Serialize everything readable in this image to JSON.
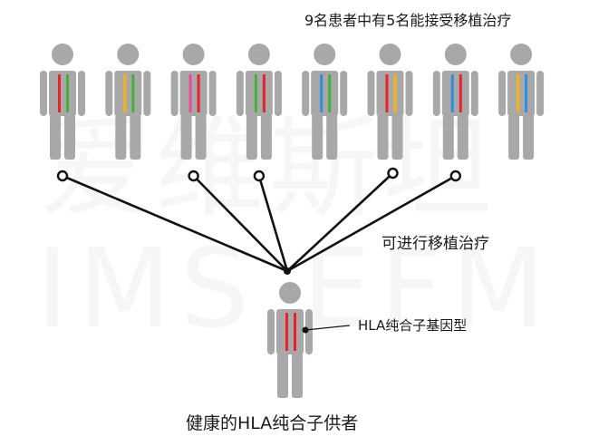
{
  "watermark": {
    "cn": "爱维斯坦",
    "en": "IMS EFM"
  },
  "captions": {
    "top": "9名患者中有5名能接受移植治疗",
    "middle": "可进行移植治疗",
    "haplotype": "HLA纯合子基因型",
    "donor": "健康的HLA纯合子供者"
  },
  "colors": {
    "figure": "#a8a8a8",
    "line": "#111111",
    "red": "#e8232a",
    "green": "#44b035",
    "yellow": "#f5b21a",
    "pink": "#e84b9a",
    "blue": "#2f8fdc"
  },
  "patients": [
    {
      "id": 1,
      "stripes": [
        "red",
        "green"
      ],
      "compatible": true
    },
    {
      "id": 2,
      "stripes": [
        "yellow",
        "green"
      ],
      "compatible": false
    },
    {
      "id": 3,
      "stripes": [
        "pink",
        "red"
      ],
      "compatible": true
    },
    {
      "id": 4,
      "stripes": [
        "green",
        "red"
      ],
      "compatible": true
    },
    {
      "id": 5,
      "stripes": [
        "blue",
        "green"
      ],
      "compatible": false
    },
    {
      "id": 6,
      "stripes": [
        "red",
        "yellow"
      ],
      "compatible": true
    },
    {
      "id": 7,
      "stripes": [
        "blue",
        "red"
      ],
      "compatible": true
    },
    {
      "id": 8,
      "stripes": [
        "yellow",
        "blue"
      ],
      "compatible": false
    }
  ],
  "donor": {
    "stripes": [
      "red",
      "red"
    ]
  }
}
